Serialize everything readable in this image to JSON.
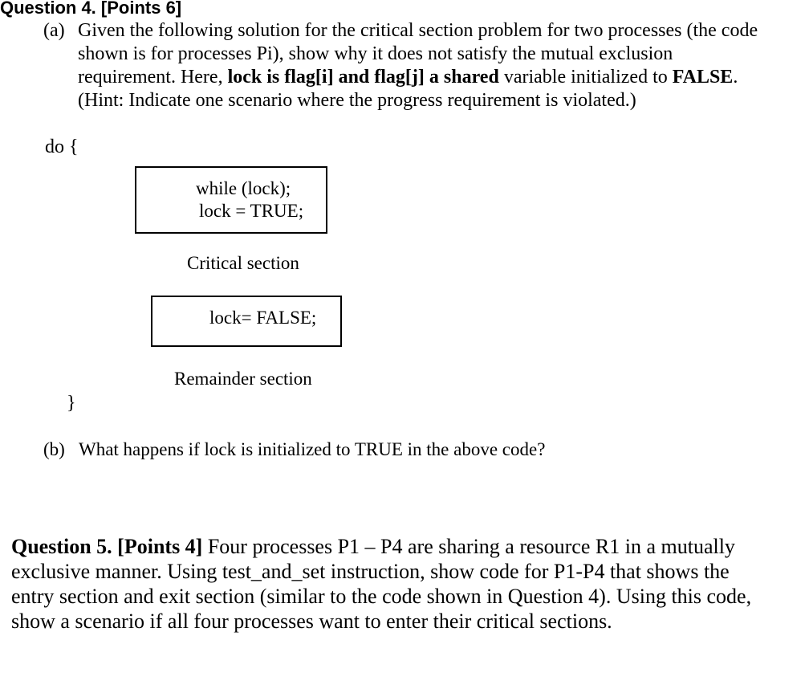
{
  "question4": {
    "title": "Question 4. [Points 6]",
    "part_a": {
      "label": "(a)",
      "lines": {
        "l1": "Given the following solution for the critical section problem for two processes (the code",
        "l2": "shown is for processes Pi), show why it does not satisfy the mutual exclusion",
        "l3_pre": "requirement. Here, ",
        "l3_bold1": "lock is flag[i] and flag[j] a shared",
        "l3_mid": " variable initialized to ",
        "l3_bold2": "FALSE",
        "l3_end": ".",
        "l4": "(Hint: Indicate one scenario where the progress requirement is violated.)"
      }
    },
    "code": {
      "do_open": "do {",
      "entry_line1": "while (lock);",
      "entry_line2": "lock = TRUE;",
      "critical": "Critical section",
      "exit_line": "lock= FALSE;",
      "remainder": "Remainder section",
      "close": "}"
    },
    "part_b": {
      "label": "(b)",
      "text": "What happens if lock is initialized to TRUE in the above code?"
    }
  },
  "question5": {
    "title": "Question 5. [Points 4]",
    "l1_rest": " Four processes P1 – P4 are sharing a resource R1 in a mutually",
    "l2": "exclusive manner. Using test_and_set instruction, show code for P1-P4 that shows the",
    "l3": "entry section and exit section (similar to the code shown in Question 4). Using this code,",
    "l4": "show a scenario if all four processes want to enter their critical sections."
  }
}
